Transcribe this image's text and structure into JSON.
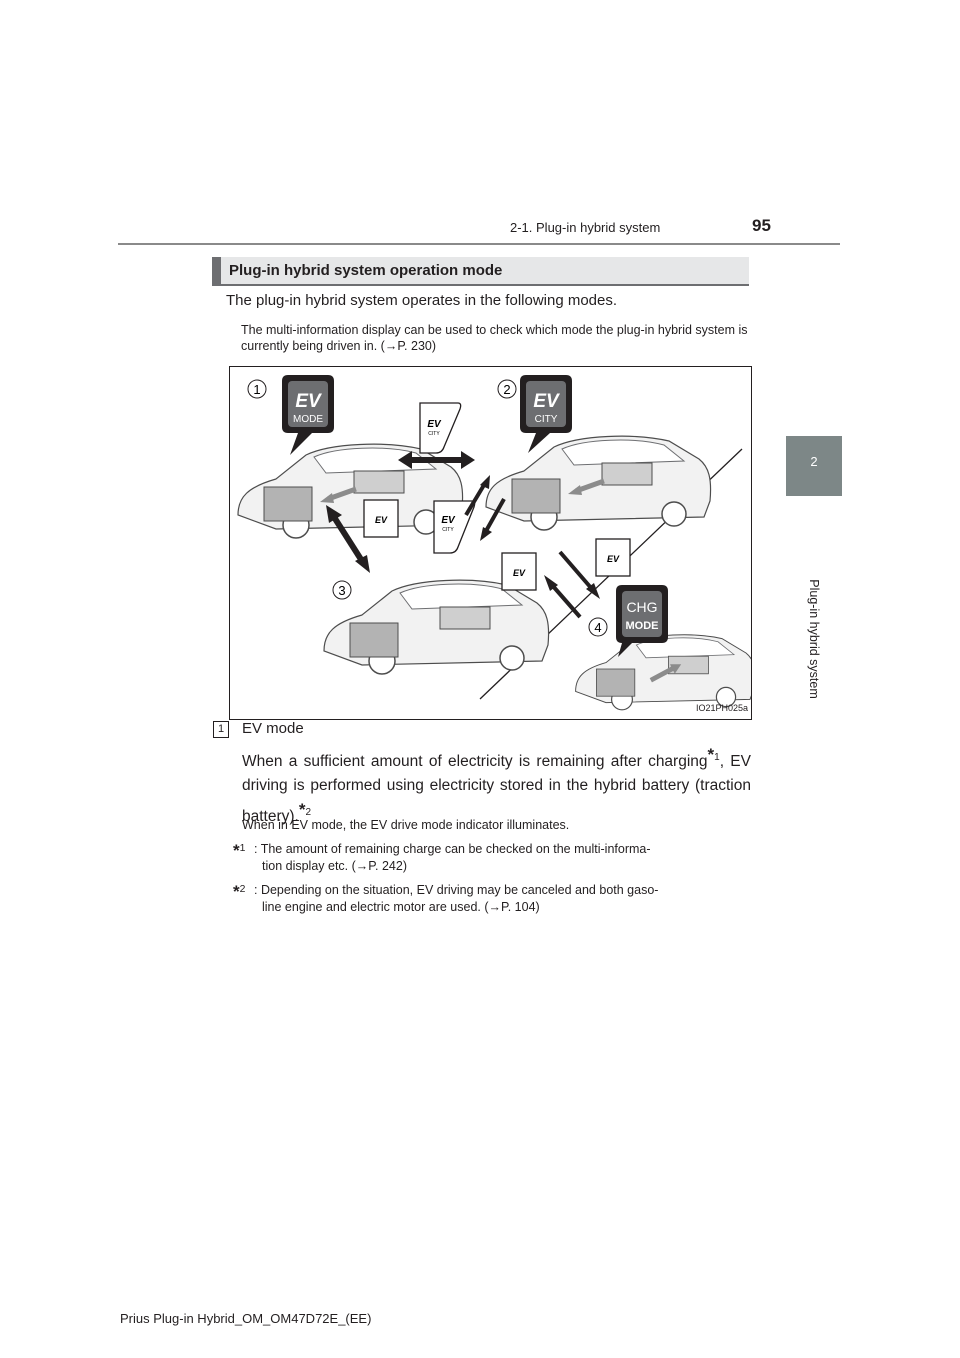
{
  "header": {
    "section": "2-1. Plug-in hybrid system",
    "page_number": "95"
  },
  "side_tab": {
    "number": "2",
    "label": "Plug-in hybrid system"
  },
  "section_title": "Plug-in hybrid system operation mode",
  "intro": "The plug-in hybrid system operates in the following modes.",
  "note": "The multi-information display can be used to check which mode the plug-in hybrid system is currently being driven in. (→P. 230)",
  "illustration": {
    "code": "IO21PH025a",
    "callouts": [
      "1",
      "2",
      "3",
      "4"
    ],
    "indicators": {
      "ev_mode": [
        "EV",
        "MODE"
      ],
      "ev_city": [
        "EV",
        "CITY"
      ],
      "chg_mode": [
        "CHG",
        "MODE"
      ],
      "switch_ev": "EV",
      "switch_city": "CITY"
    }
  },
  "item1": {
    "marker": "1",
    "title": "EV mode",
    "body_a": "When a sufficient amount of electricity is remaining after charging",
    "sup1": "1",
    "body_b": ", EV driving is performed using electricity stored in the hybrid battery (traction battery).",
    "sup2": "2",
    "star": "*",
    "indicator_note": "When in EV mode, the EV drive mode indicator illuminates."
  },
  "footnotes": [
    {
      "mark": "*",
      "num": "1",
      "line1": ": The amount of remaining charge can be checked on the multi-informa-",
      "line2": "tion display etc. (→P. 242)"
    },
    {
      "mark": "*",
      "num": "2",
      "line1": ": Depending on the situation, EV driving may be canceled and both gaso-",
      "line2": "line engine and electric motor are used. (→P. 104)"
    }
  ],
  "footer": "Prius Plug-in Hybrid_OM_OM47D72E_(EE)"
}
